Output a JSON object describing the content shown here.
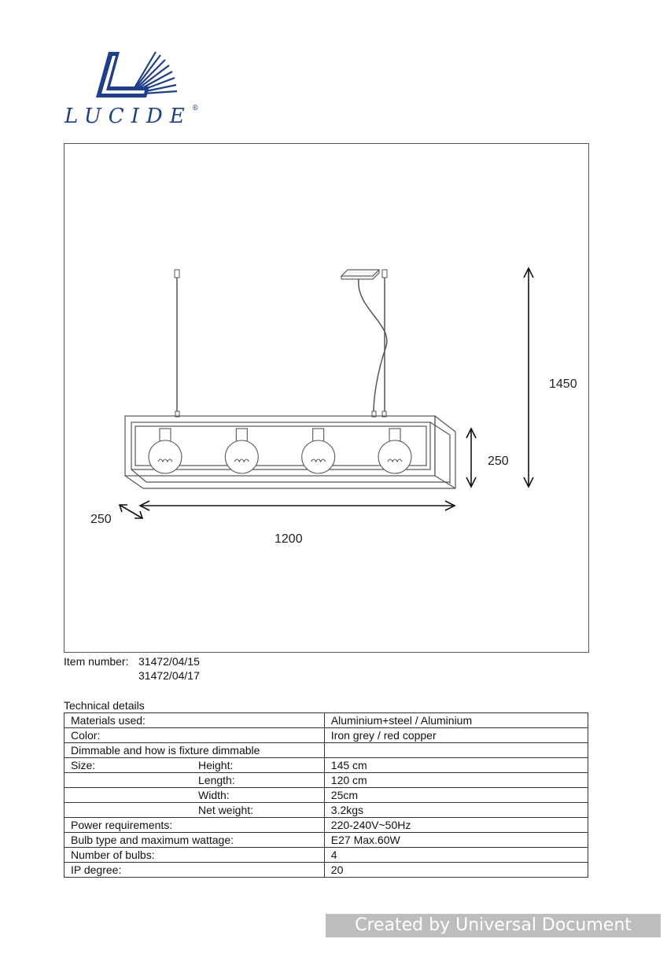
{
  "brand": {
    "name": "LUCIDE",
    "registered": "®"
  },
  "drawing": {
    "dim_total_height": "1450",
    "dim_height": "250",
    "dim_depth": "250",
    "dim_length": "1200",
    "bulb_count": 4
  },
  "item": {
    "label": "Item number:",
    "numbers": [
      "31472/04/15",
      "31472/04/17"
    ]
  },
  "technical": {
    "title": "Technical details",
    "rows": [
      {
        "label": "Materials used:",
        "sub": "",
        "value": "Aluminium+steel / Aluminium"
      },
      {
        "label": "Color:",
        "sub": "",
        "value": "Iron grey / red copper"
      },
      {
        "label": "Dimmable and how is fixture dimmable",
        "sub": "",
        "value": ""
      },
      {
        "label": "Size:",
        "sub": "Height:",
        "value": " 145 cm"
      },
      {
        "label": "",
        "sub": "Length:",
        "value": "120 cm"
      },
      {
        "label": "",
        "sub": "Width:",
        "value": "25cm"
      },
      {
        "label": "",
        "sub": "Net weight:",
        "value": "3.2kgs"
      },
      {
        "label": "Power requirements:",
        "sub": "",
        "value": " 220-240V~50Hz"
      },
      {
        "label": "Bulb type and maximum wattage:",
        "sub": "",
        "value": "E27 Max.60W"
      },
      {
        "label": "Number of bulbs:",
        "sub": "",
        "value": "4"
      },
      {
        "label": "IP degree:",
        "sub": "",
        "value": "20"
      }
    ]
  },
  "watermark": "Created by Universal Document Converter"
}
